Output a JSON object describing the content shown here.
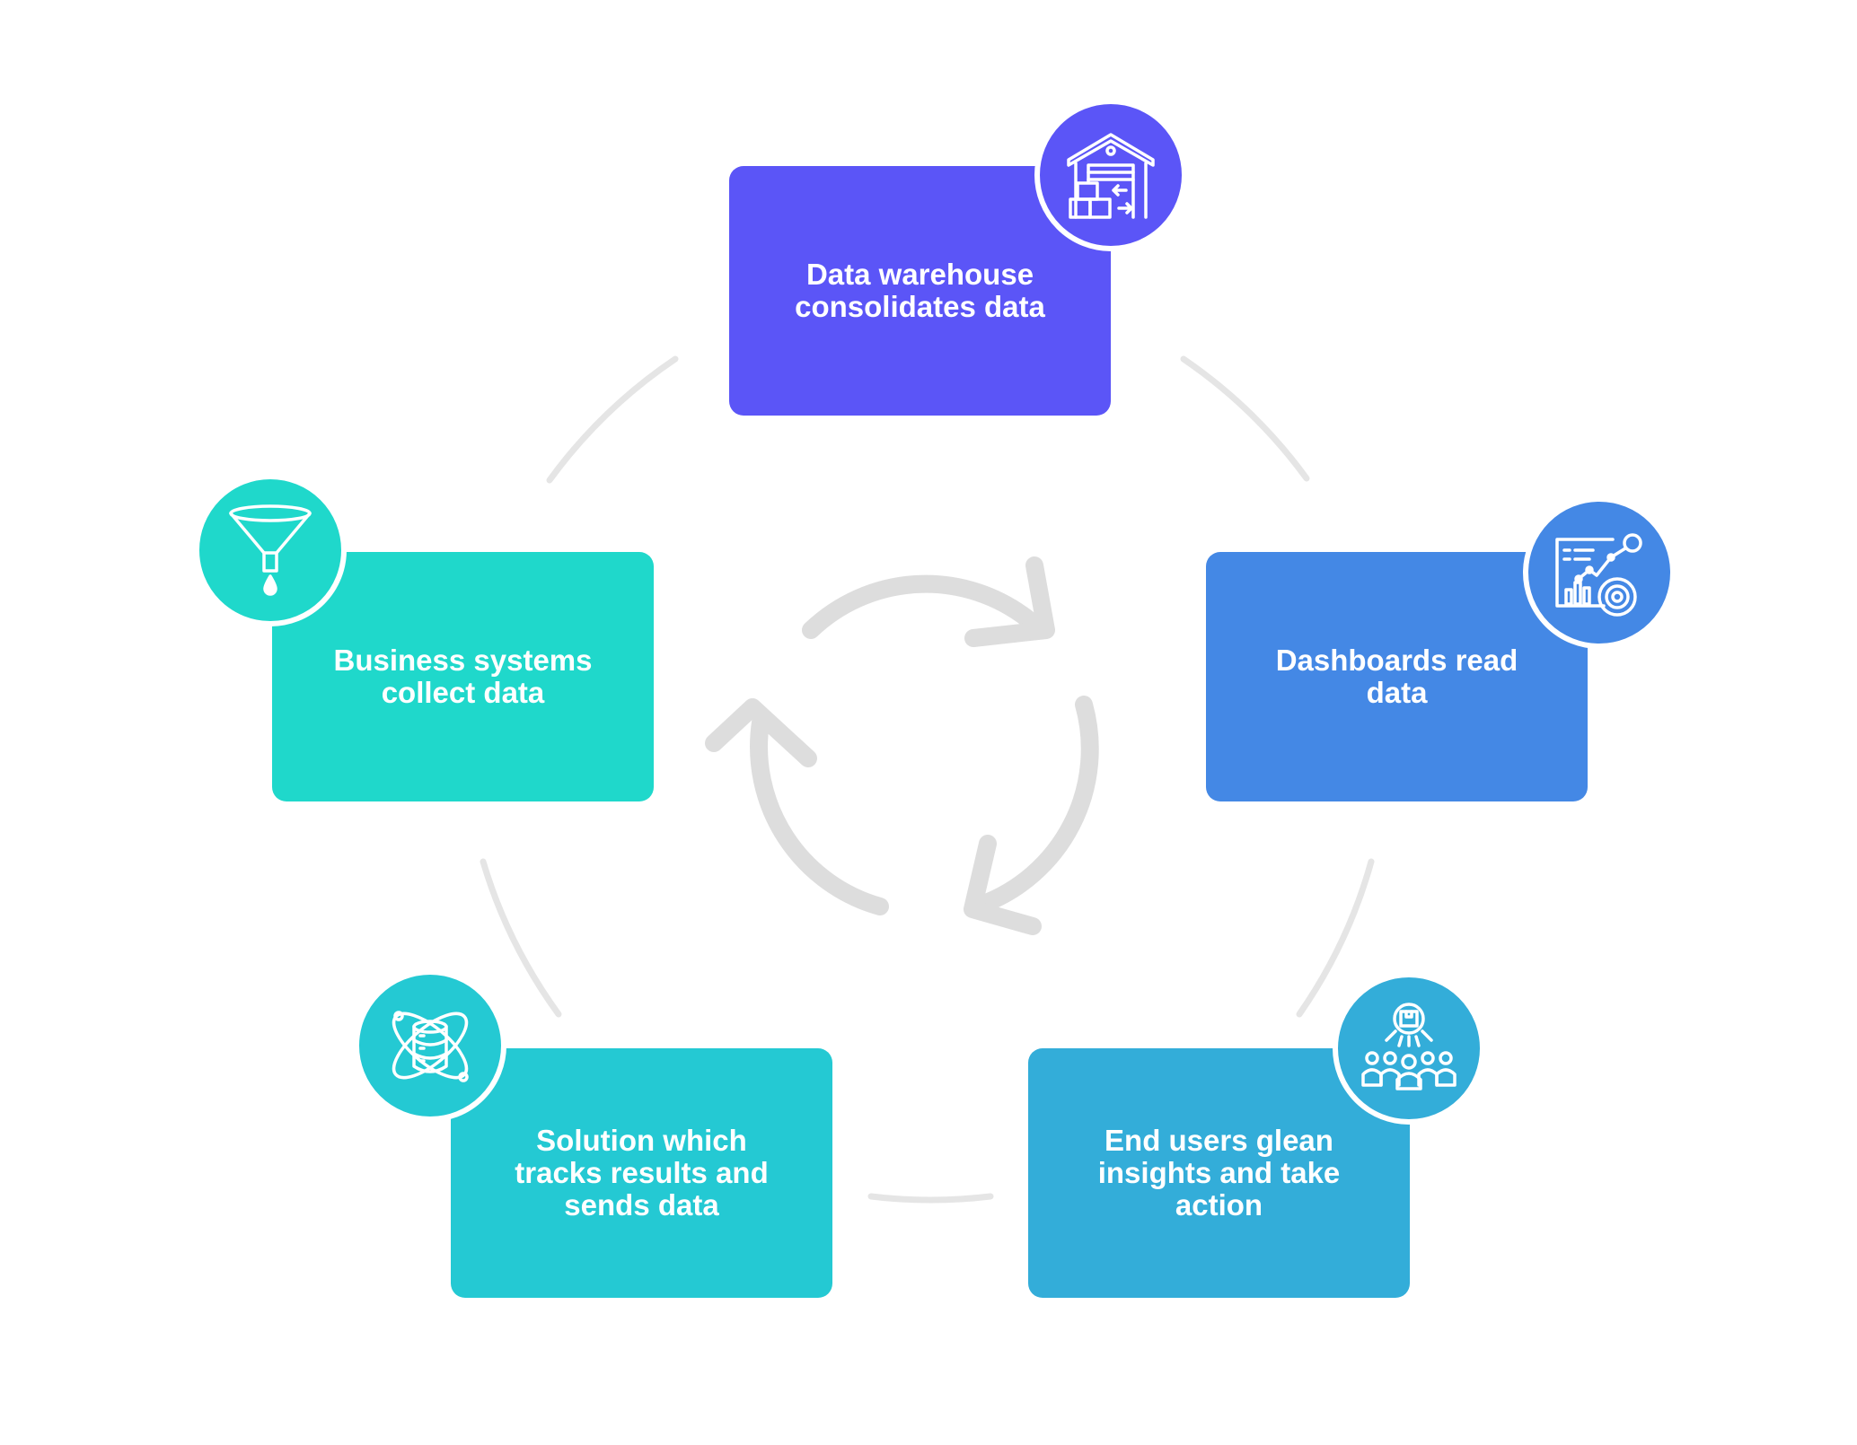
{
  "stages": [
    {
      "id": "warehouse",
      "label_lines": [
        "Data warehouse",
        "consolidates data"
      ],
      "color": "#5B55F7",
      "icon": "warehouse-icon"
    },
    {
      "id": "dashboards",
      "label_lines": [
        "Dashboards read",
        "data"
      ],
      "color": "#4488E5",
      "icon": "dashboard-chart-icon"
    },
    {
      "id": "end-users",
      "label_lines": [
        "End users glean",
        "insights and take",
        "action"
      ],
      "color": "#33ADD9",
      "icon": "team-users-icon"
    },
    {
      "id": "solution",
      "label_lines": [
        "Solution which",
        "tracks results and",
        "sends data"
      ],
      "color": "#24C9D3",
      "icon": "database-orbit-icon"
    },
    {
      "id": "business",
      "label_lines": [
        "Business systems",
        "collect data"
      ],
      "color": "#1FD8CB",
      "icon": "funnel-icon"
    }
  ],
  "colors": {
    "connector": "#E5E5E5",
    "cycle_arrows": "#DDDDDD",
    "icon_stroke": "#FFFFFF"
  }
}
